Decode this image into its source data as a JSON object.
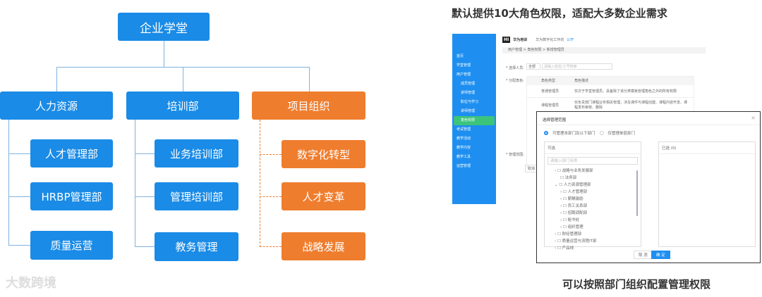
{
  "org": {
    "root": "企业学堂",
    "branches": [
      {
        "label": "人力资源",
        "color": "#1a8be6",
        "children": [
          "人才管理部",
          "HRBP管理部",
          "质量运营"
        ]
      },
      {
        "label": "培训部",
        "color": "#1a8be6",
        "children": [
          "业务培训部",
          "管理培训部",
          "教务管理"
        ]
      },
      {
        "label": "项目组织",
        "color": "#ef7d2e",
        "children": [
          "数字化转型",
          "人才变革",
          "战略发展"
        ]
      }
    ]
  },
  "watermark": "大数跨境",
  "right": {
    "title": "默认提供10大角色权限，适配大多数企业需求",
    "caption": "可以按照部门组织配置管理权限",
    "app": {
      "logo": "HI",
      "brand": "华为培训",
      "workspace": "华为数字化工作坊",
      "tag": "公开",
      "breadcrumb": "用户管理 > 角色权限 > 新增管理员",
      "sidebar": [
        "首页",
        "学堂管理",
        "用户管理",
        "成员管理",
        "讲师管理",
        "职位与学习",
        "讲师管理",
        "角色权限",
        "考试管理",
        "教学活动",
        "教学内容",
        "教学工具",
        "运营管理"
      ],
      "select_person_label": "* 选择人员:",
      "select_value": "全部",
      "search_placeholder": "请输入姓名/工号搜索",
      "role_label": "* 分配角色:",
      "col_type": "角色类型",
      "col_desc": "角色描述",
      "roles": [
        [
          "普通管理员",
          "仅次于学堂管理员，具备除了该分类模板管理角色之外的所有权限"
        ],
        [
          "课程管理员",
          "仅负责部门课程业务相关管理，涉及课件与课程创建、课程内容开发、课程发布审核、删除"
        ]
      ],
      "scope_label": "* 管理范围:",
      "cancel": "取消"
    },
    "modal": {
      "title": "选择管理范围",
      "close": "×",
      "radio1": "可管理本部门及以下部门",
      "radio2": "仅管理单层部门",
      "available": "可选",
      "selected": "已选 (0)",
      "search_placeholder": "请输入部门名称",
      "tree": [
        "战略与业务发展部",
        "法务部",
        "人力资源管理部",
        "人才管理部",
        "薪酬激励",
        "员工关系部",
        "招聘调配部",
        "秘书处",
        "组织管理",
        "财经管理部",
        "质量运营与流程IT部",
        "产品线"
      ],
      "cancel": "取 消",
      "confirm": "确 定"
    }
  }
}
